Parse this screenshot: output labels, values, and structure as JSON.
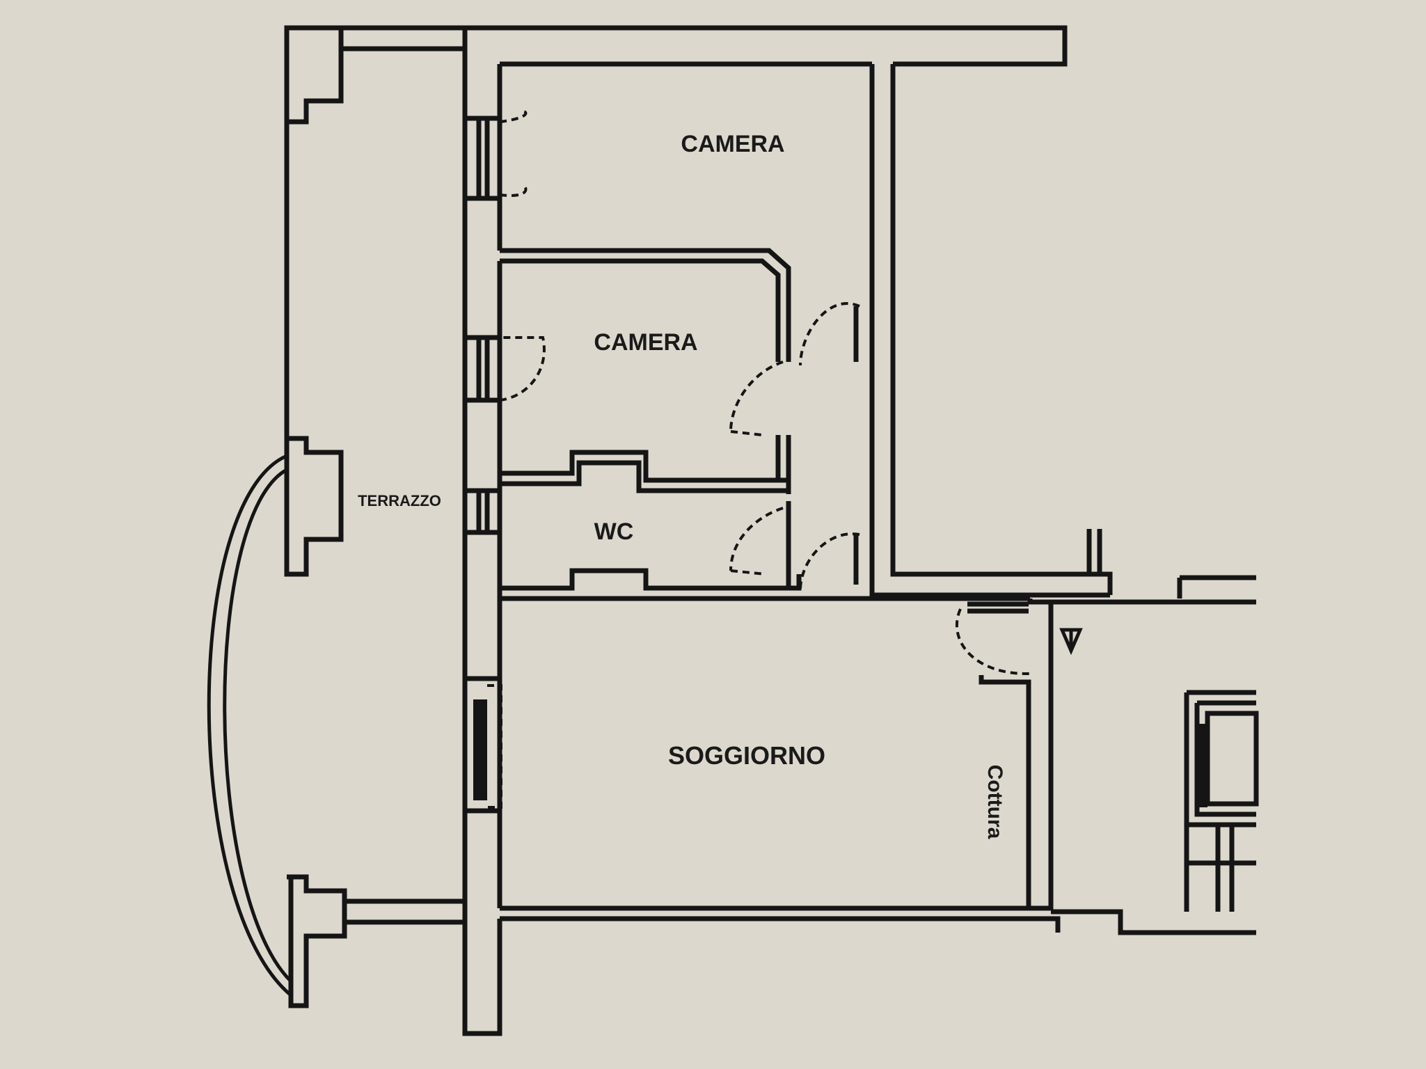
{
  "plan": {
    "rooms": {
      "camera_1": "CAMERA",
      "camera_2": "CAMERA",
      "wc": "WC",
      "soggiorno": "SOGGIORNO",
      "terrazzo": "TERRAZZO",
      "cottura": "Cottura"
    }
  },
  "colors": {
    "paper": "#dcd8cd",
    "ink": "#151515"
  }
}
